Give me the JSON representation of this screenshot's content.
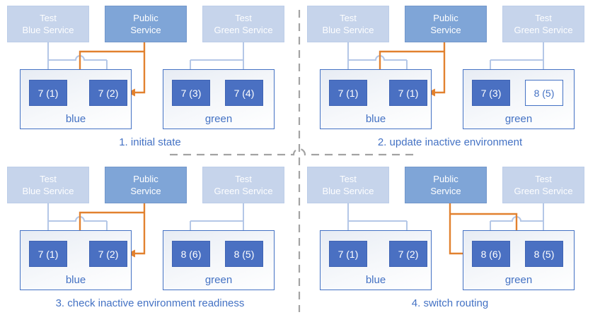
{
  "services": {
    "test_blue": {
      "line1": "Test",
      "line2": "Blue Service"
    },
    "public": {
      "line1": "Public",
      "line2": "Service"
    },
    "test_green": {
      "line1": "Test",
      "line2": "Green Service"
    }
  },
  "environments": {
    "blue": "blue",
    "green": "green"
  },
  "panels": [
    {
      "caption": "1. initial state",
      "public_routes_to": "blue",
      "blue_pods": [
        {
          "label": "7 (1)",
          "filled": true
        },
        {
          "label": "7 (2)",
          "filled": true
        }
      ],
      "green_pods": [
        {
          "label": "7 (3)",
          "filled": true
        },
        {
          "label": "7 (4)",
          "filled": true
        }
      ]
    },
    {
      "caption": "2. update inactive environment",
      "public_routes_to": "blue",
      "blue_pods": [
        {
          "label": "7 (1)",
          "filled": true
        },
        {
          "label": "7 (1)",
          "filled": true
        }
      ],
      "green_pods": [
        {
          "label": "7 (3)",
          "filled": true
        },
        {
          "label": "8 (5)",
          "filled": false
        }
      ]
    },
    {
      "caption": "3. check inactive environment readiness",
      "public_routes_to": "blue",
      "blue_pods": [
        {
          "label": "7 (1)",
          "filled": true
        },
        {
          "label": "7 (2)",
          "filled": true
        }
      ],
      "green_pods": [
        {
          "label": "8 (6)",
          "filled": true
        },
        {
          "label": "8 (5)",
          "filled": true
        }
      ]
    },
    {
      "caption": "4. switch routing",
      "public_routes_to": "green",
      "blue_pods": [
        {
          "label": "7 (1)",
          "filled": true
        },
        {
          "label": "7 (2)",
          "filled": true
        }
      ],
      "green_pods": [
        {
          "label": "8 (6)",
          "filled": true
        },
        {
          "label": "8 (5)",
          "filled": true
        }
      ]
    }
  ],
  "colors": {
    "test_service_fill": "#c6d4eb",
    "test_service_border": "#bccde8",
    "public_service_fill": "#7fa5d7",
    "public_service_border": "#7297cb",
    "pod_fill": "#4a70c2",
    "pod_border": "#3f64b4",
    "env_border": "#4472c4",
    "arrow_blue": "#b4c7e7",
    "accent_orange": "#e2812f",
    "caption_color": "#4472c4",
    "divider_gray": "#a3a3a3"
  }
}
